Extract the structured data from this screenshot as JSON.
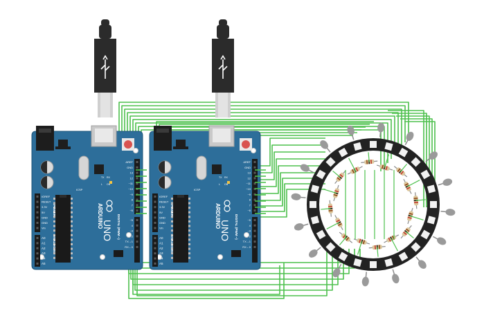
{
  "boards": [
    {
      "id": "arduino-left",
      "brand": "ARDUINO",
      "model": "UNO",
      "analog_header_label": "ANALOG IN",
      "power_header_label": "POWER",
      "digital_header_label": "DIGITAL (PWM ~)",
      "reset_label": "RESET",
      "power_pins": [
        "IOREF",
        "RESET",
        "3.3V",
        "5V",
        "GND",
        "GND",
        "Vin"
      ],
      "analog_pins": [
        "A0",
        "A1",
        "A2",
        "A3",
        "A4",
        "A5"
      ],
      "digital_pins": [
        "AREF",
        "GND",
        "13",
        "12",
        "~11",
        "~10",
        "~9",
        "8",
        "7",
        "~6",
        "~5",
        "4",
        "~3",
        "2",
        "TX→1",
        "RX←0"
      ],
      "led_labels": [
        "TX",
        "RX",
        "L",
        "ON"
      ]
    },
    {
      "id": "arduino-right",
      "brand": "ARDUINO",
      "model": "UNO",
      "analog_header_label": "ANALOG IN",
      "power_header_label": "POWER",
      "digital_header_label": "DIGITAL (PWM ~)",
      "reset_label": "RESET",
      "power_pins": [
        "IOREF",
        "RESET",
        "3.3V",
        "5V",
        "GND",
        "GND",
        "Vin"
      ],
      "analog_pins": [
        "A0",
        "A1",
        "A2",
        "A3",
        "A4",
        "A5"
      ],
      "digital_pins": [
        "AREF",
        "GND",
        "13",
        "12",
        "~11",
        "~10",
        "~9",
        "8",
        "7",
        "~6",
        "~5",
        "4",
        "~3",
        "2",
        "TX→1",
        "RX←0"
      ],
      "led_labels": [
        "TX",
        "RX",
        "L",
        "ON"
      ]
    }
  ],
  "colors": {
    "board": "#2d6e9a",
    "board_edge": "#1f5478",
    "wire": "#4cc04c",
    "ring_body": "#222222",
    "pixel": "#f2f2f2",
    "led": "#9a9a9a",
    "resistor_body": "#dcc79c",
    "usb_plug": "#2b2b2b",
    "usb_sleeve": "#cfcfcf",
    "reset_button": "#d9534f"
  },
  "ring": {
    "pixel_count": 24,
    "led_count": 16,
    "resistor_count": 16
  }
}
